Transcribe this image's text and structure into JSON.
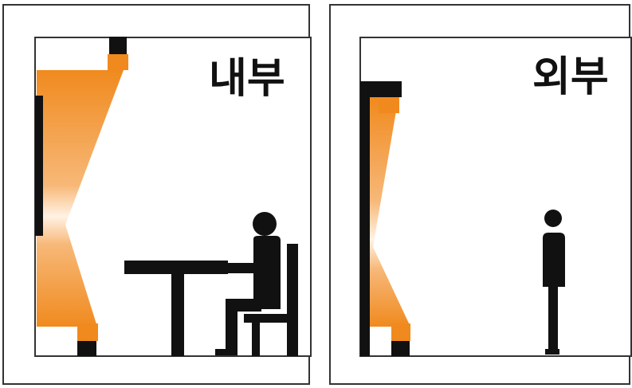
{
  "colors": {
    "orange": "#f08a1e",
    "orange_light": "#f7b26a",
    "black": "#111111",
    "frame": "#333333",
    "background": "#ffffff"
  },
  "panels": [
    {
      "label": "내부",
      "scene": "indoor-seated-person-at-table",
      "icons": [
        "table-icon",
        "chair-icon",
        "seated-person-icon",
        "light-fixture-icon"
      ]
    },
    {
      "label": "외부",
      "scene": "outdoor-standing-person",
      "icons": [
        "standing-person-icon",
        "light-fixture-icon"
      ]
    }
  ]
}
